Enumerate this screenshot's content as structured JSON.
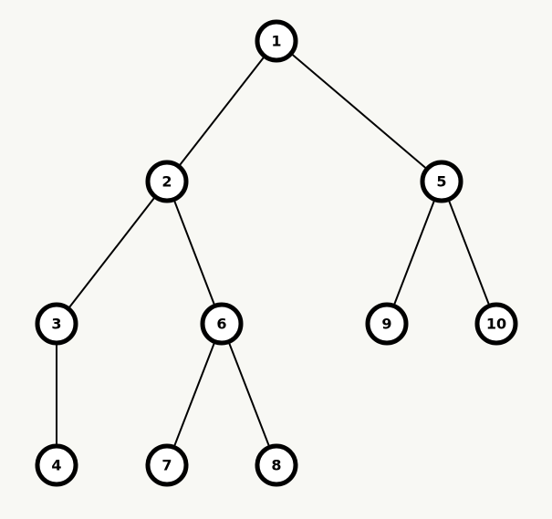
{
  "diagram": {
    "type": "tree",
    "background": "#f8f8f4",
    "node_fill": "#ffffff",
    "stroke_color": "#000000",
    "nodes": [
      {
        "id": "1",
        "label": "1"
      },
      {
        "id": "2",
        "label": "2"
      },
      {
        "id": "5",
        "label": "5"
      },
      {
        "id": "3",
        "label": "3"
      },
      {
        "id": "6",
        "label": "6"
      },
      {
        "id": "9",
        "label": "9"
      },
      {
        "id": "10",
        "label": "10"
      },
      {
        "id": "4",
        "label": "4"
      },
      {
        "id": "7",
        "label": "7"
      },
      {
        "id": "8",
        "label": "8"
      }
    ],
    "edges": [
      {
        "from": "1",
        "to": "2"
      },
      {
        "from": "1",
        "to": "5"
      },
      {
        "from": "2",
        "to": "3"
      },
      {
        "from": "2",
        "to": "6"
      },
      {
        "from": "5",
        "to": "9"
      },
      {
        "from": "5",
        "to": "10"
      },
      {
        "from": "3",
        "to": "4"
      },
      {
        "from": "6",
        "to": "7"
      },
      {
        "from": "6",
        "to": "8"
      }
    ]
  }
}
